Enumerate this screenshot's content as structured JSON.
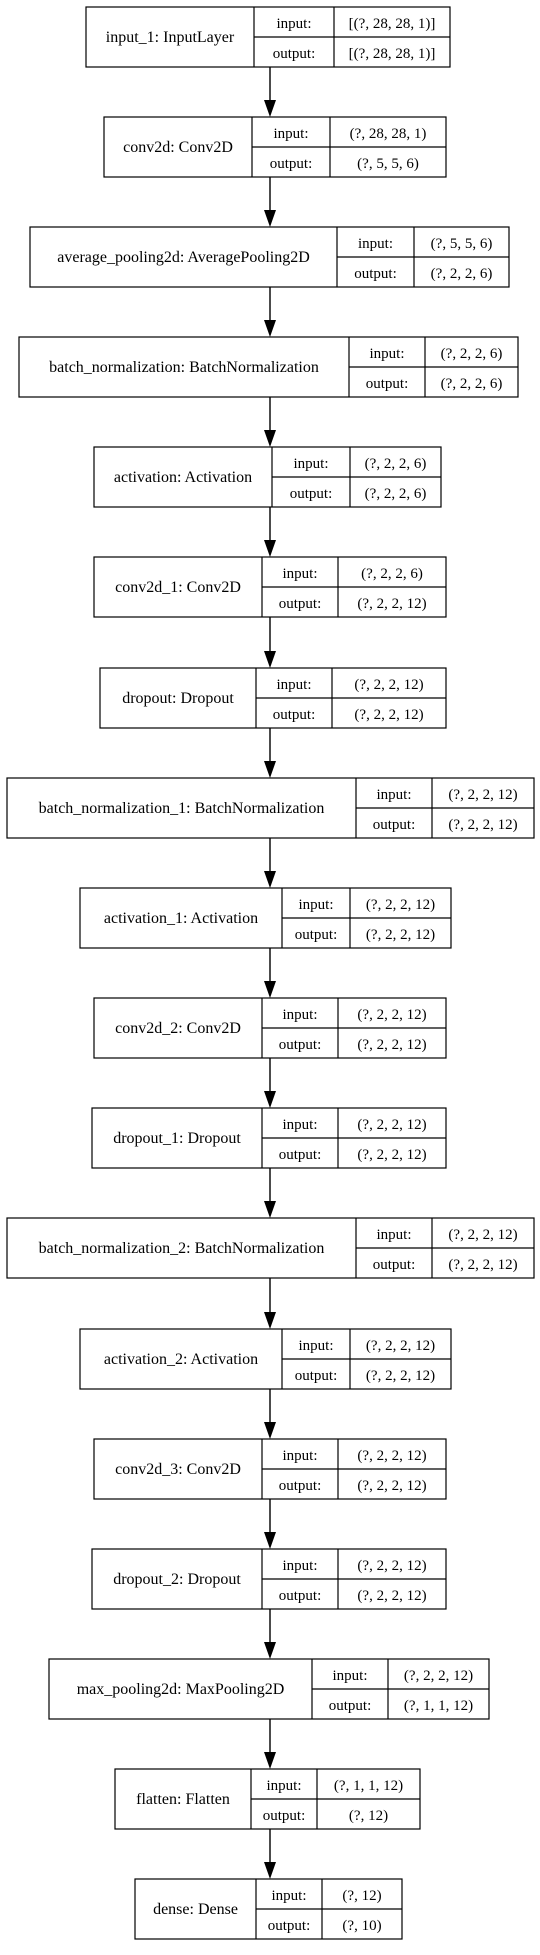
{
  "diagram": {
    "input_label": "input:",
    "output_label": "output:",
    "layers": [
      {
        "name": "input_1: InputLayer",
        "input": "[(?, 28, 28, 1)]",
        "output": "[(?, 28, 28, 1)]"
      },
      {
        "name": "conv2d: Conv2D",
        "input": "(?, 28, 28, 1)",
        "output": "(?, 5, 5, 6)"
      },
      {
        "name": "average_pooling2d: AveragePooling2D",
        "input": "(?, 5, 5, 6)",
        "output": "(?, 2, 2, 6)"
      },
      {
        "name": "batch_normalization: BatchNormalization",
        "input": "(?, 2, 2, 6)",
        "output": "(?, 2, 2, 6)"
      },
      {
        "name": "activation: Activation",
        "input": "(?, 2, 2, 6)",
        "output": "(?, 2, 2, 6)"
      },
      {
        "name": "conv2d_1: Conv2D",
        "input": "(?, 2, 2, 6)",
        "output": "(?, 2, 2, 12)"
      },
      {
        "name": "dropout: Dropout",
        "input": "(?, 2, 2, 12)",
        "output": "(?, 2, 2, 12)"
      },
      {
        "name": "batch_normalization_1: BatchNormalization",
        "input": "(?, 2, 2, 12)",
        "output": "(?, 2, 2, 12)"
      },
      {
        "name": "activation_1: Activation",
        "input": "(?, 2, 2, 12)",
        "output": "(?, 2, 2, 12)"
      },
      {
        "name": "conv2d_2: Conv2D",
        "input": "(?, 2, 2, 12)",
        "output": "(?, 2, 2, 12)"
      },
      {
        "name": "dropout_1: Dropout",
        "input": "(?, 2, 2, 12)",
        "output": "(?, 2, 2, 12)"
      },
      {
        "name": "batch_normalization_2: BatchNormalization",
        "input": "(?, 2, 2, 12)",
        "output": "(?, 2, 2, 12)"
      },
      {
        "name": "activation_2: Activation",
        "input": "(?, 2, 2, 12)",
        "output": "(?, 2, 2, 12)"
      },
      {
        "name": "conv2d_3: Conv2D",
        "input": "(?, 2, 2, 12)",
        "output": "(?, 2, 2, 12)"
      },
      {
        "name": "dropout_2: Dropout",
        "input": "(?, 2, 2, 12)",
        "output": "(?, 2, 2, 12)"
      },
      {
        "name": "max_pooling2d: MaxPooling2D",
        "input": "(?, 2, 2, 12)",
        "output": "(?, 1, 1, 12)"
      },
      {
        "name": "flatten: Flatten",
        "input": "(?, 1, 1, 12)",
        "output": "(?, 12)"
      },
      {
        "name": "dense: Dense",
        "input": "(?, 12)",
        "output": "(?, 10)"
      }
    ]
  }
}
